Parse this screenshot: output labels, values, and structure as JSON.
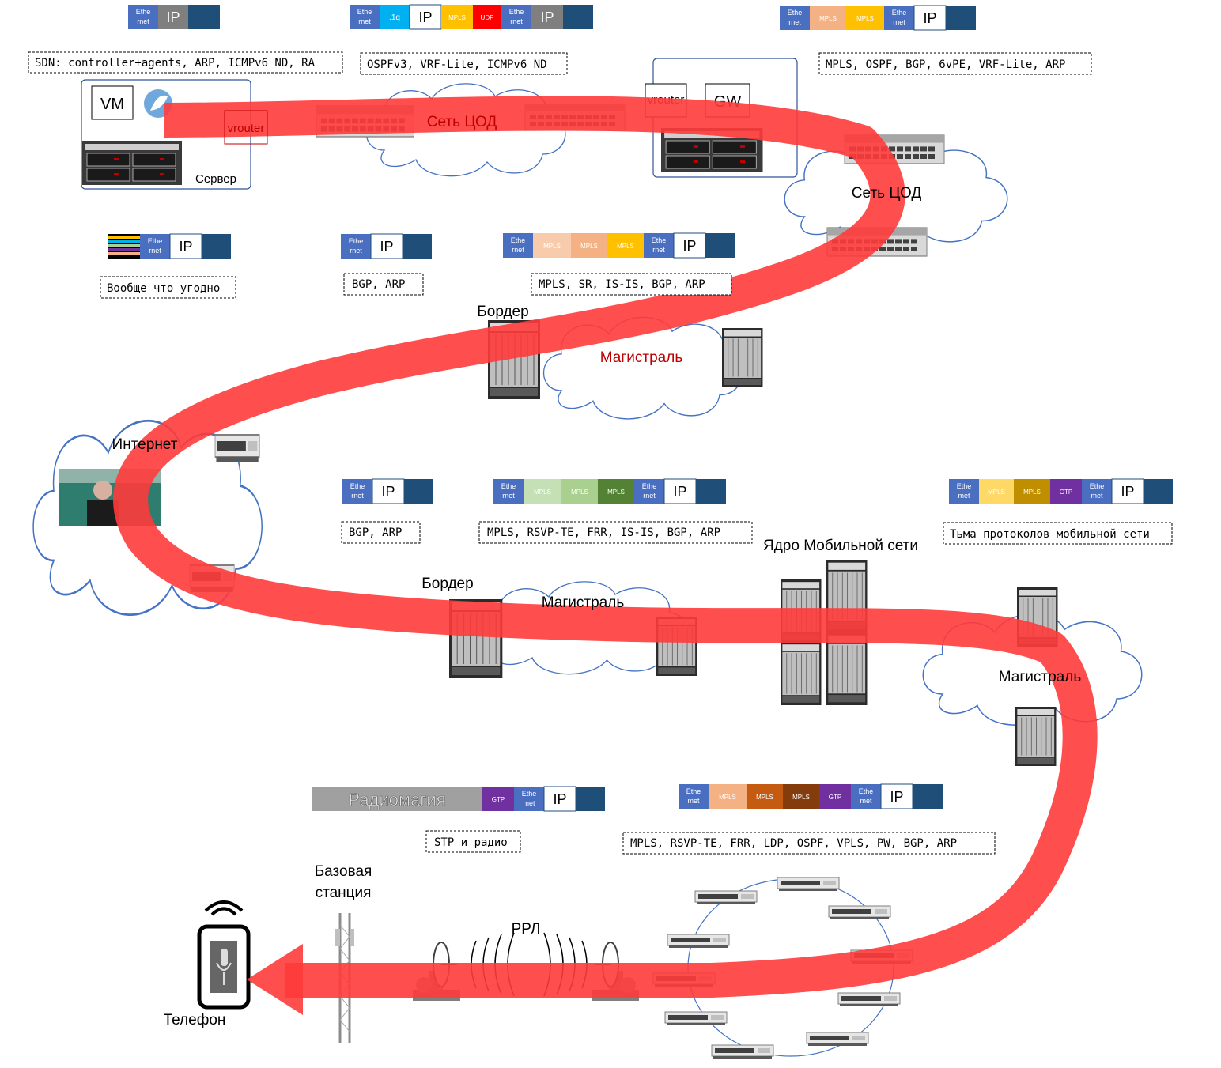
{
  "colors": {
    "path_red": "#ff3b3b",
    "eth_blue": "#4a6fc1",
    "stack_navy": "#1f4e79",
    "ip_gray": "#7f7f7f",
    "mpls_peach": "#f4b183",
    "mpls_yellow": "#ffc000",
    "mpls_lightgreen": "#a9d08e",
    "mpls_green": "#548235",
    "mpls_olive": "#bf8f00",
    "mpls_rust": "#c55a11",
    "mpls_brown": "#843c0c",
    "gtp_purple": "#7030a0",
    "udp_red": "#ff0000",
    "dot1q_cyan": "#00b0f0"
  },
  "text": {
    "eth_l1": "Ethe",
    "eth_l2": "rnet",
    "eth_l2b": "met",
    "ip": "IP",
    "mpls": "MPLS",
    "udp": "UDP",
    "gtp": "GTP",
    "dot1q": ".1q",
    "radiomagic": "Радиомагия"
  },
  "labels": {
    "sdn": "SDN: controller+agents, ARP, ICMPv6 ND, RA",
    "ospf_vrf": "OSPFv3, VRF-Lite, ICMPv6 ND",
    "mpls_ospf_bgp": "MPLS, OSPF, BGP, 6vPE, VRF-Lite, ARP",
    "anything": "Вообще что угодно",
    "bgp_arp_1": "BGP, ARP",
    "mpls_sr": "MPLS, SR, IS-IS, BGP, ARP",
    "bgp_arp_2": "BGP, ARP",
    "mpls_rsvp": "MPLS, RSVP-TE, FRR, IS-IS, BGP, ARP",
    "mobile_protocols": "Тьма протоколов мобильной сети",
    "stp_radio": "STP и радио",
    "mpls_ldp": "MPLS, RSVP-TE, FRR, LDP, OSPF, VPLS, PW, BGP, ARP"
  },
  "nodes": {
    "vm": "VM",
    "vrouter": "vrouter",
    "gw": "GW",
    "server": "Сервер",
    "dc_net": "Сеть ЦОД",
    "border": "Бордер",
    "backbone": "Магистраль",
    "internet": "Интернет",
    "mobile_core": "Ядро Мобильной сети",
    "base_station_1": "Базовая",
    "base_station_2": "станция",
    "rrl": "РРЛ",
    "phone": "Телефон"
  }
}
